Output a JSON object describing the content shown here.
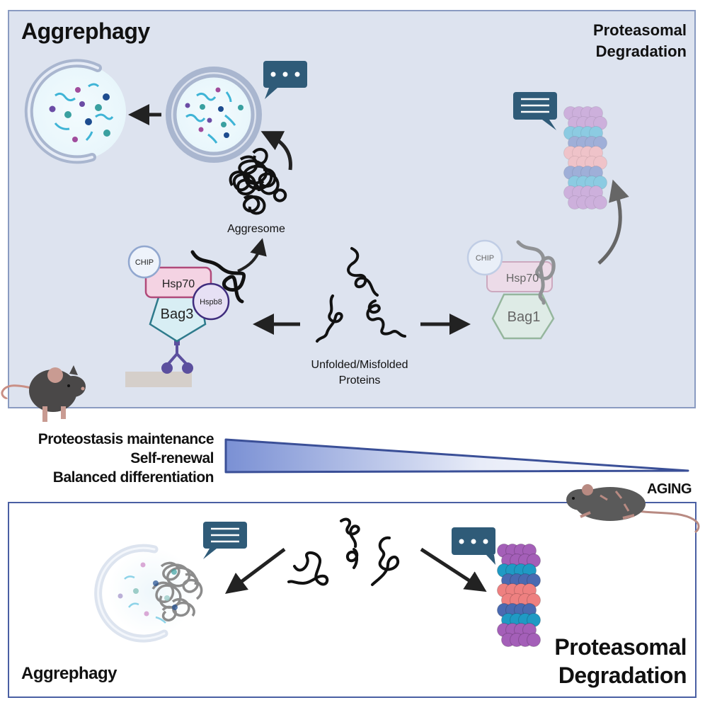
{
  "top_panel": {
    "title_left": "Aggrephagy",
    "title_right_line1": "Proteasomal",
    "title_right_line2": "Degradation",
    "aggresome_label": "Aggresome",
    "center_label_line1": "Unfolded/Misfolded",
    "center_label_line2": "Proteins",
    "left_complex": {
      "chip": "CHIP",
      "hsp70": "Hsp70",
      "hspb8": "Hspb8",
      "bag": "Bag3"
    },
    "right_complex": {
      "chip": "CHIP",
      "hsp70": "Hsp70",
      "bag": "Bag1"
    },
    "left_speech_bubble_icon": "ellipsis-speech-bubble-icon",
    "right_speech_bubble_icon": "lines-speech-bubble-icon"
  },
  "middle": {
    "lines": [
      "Proteostasis maintenance",
      "Self-renewal",
      "Balanced differentiation"
    ],
    "aging_label": "AGING",
    "gradient_direction": "decreasing"
  },
  "bottom_panel": {
    "title_left": "Aggrephagy",
    "title_right_line1": "Proteasomal",
    "title_right_line2": "Degradation",
    "left_speech_bubble_icon": "lines-speech-bubble-icon",
    "right_speech_bubble_icon": "ellipsis-speech-bubble-icon"
  },
  "colors": {
    "panel_top_bg": "#dde3ef",
    "panel_top_border": "#8a9bc1",
    "panel_bottom_border": "#4a5fa3",
    "bubble": "#2f5b78",
    "hsp70": "#f4d3e3",
    "bag3": "#d8eef4",
    "hspb8": "#e6e0f4",
    "gradient": "#7a90d4"
  }
}
